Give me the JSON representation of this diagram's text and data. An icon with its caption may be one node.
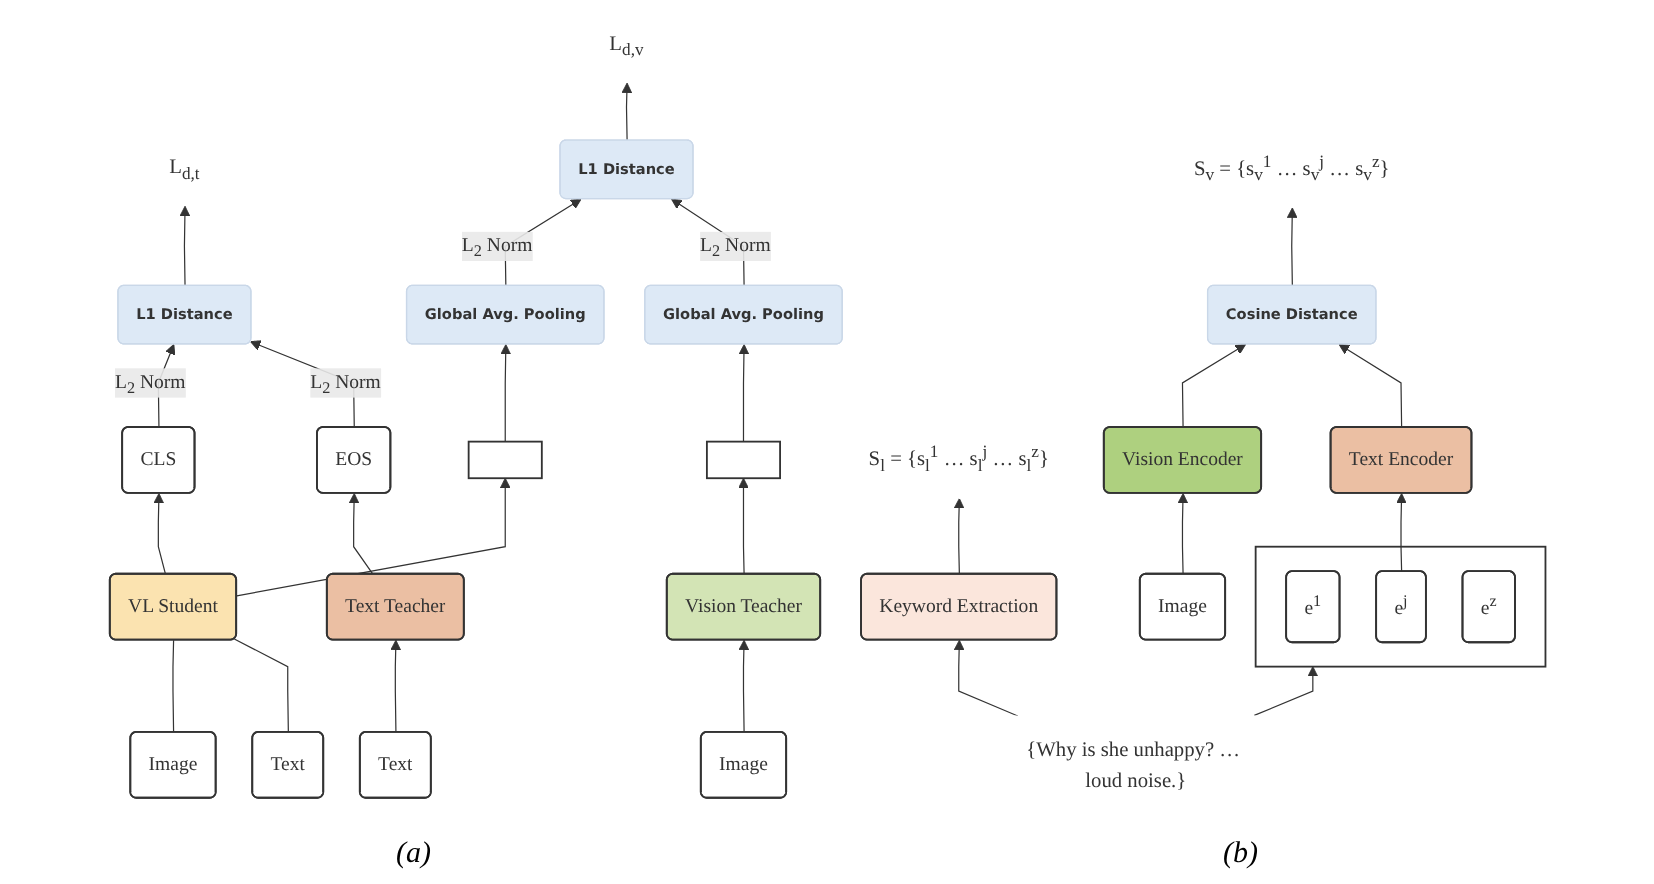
{
  "diagram": {
    "nodes": [
      {
        "text": [
          "L$_{d,t}$"
        ]
      },
      {
        "text": [
          "L1 Distance"
        ]
      },
      {
        "text": [
          "L$_{d,v}$"
        ]
      },
      {
        "text": [
          "L1 Distance"
        ]
      },
      {
        "text": [
          "Global Avg. Pooling"
        ]
      },
      {
        "text": [
          "Global Avg. Pooling"
        ]
      },
      {
        "text": [
          "CLS"
        ]
      },
      {
        "text": [],
        "shape": "box"
      },
      {
        "text": [],
        "shape": "box"
      },
      {
        "text": [
          "EOS"
        ]
      },
      {
        "text": [
          "VL Student"
        ]
      },
      {
        "text": [
          "Vision Teacher"
        ]
      },
      {
        "text": [
          "Text Teacher"
        ]
      },
      {
        "text": [
          "Image"
        ]
      },
      {
        "text": [
          "Text"
        ]
      },
      {
        "text": [
          "Image"
        ]
      },
      {
        "text": [
          "Text"
        ]
      },
      {
        "text": [
          "S$_{v}$ = {s$_{v}$$^{1}$ … s$_{v}$$^{j}$ … s$_{v}$$^{z}$}"
        ]
      },
      {
        "text": [
          "Cosine Distance"
        ]
      },
      {
        "text": [
          "S$_{l}$ = {s$_{l}$$^{1}$ … s$_{l}$$^{j}$ … s$_{l}$$^{z}$}"
        ]
      },
      {
        "text": [
          "Vision Encoder"
        ]
      },
      {
        "text": [
          "Text Encoder"
        ]
      },
      {
        "text": [
          "Keyword Extraction"
        ]
      },
      {
        "text": [],
        "shape": "box"
      },
      {
        "text": [
          "e$^{1}$"
        ],
        "in": 23
      },
      {
        "text": [
          "e$^{j}$"
        ],
        "in": 23
      },
      {
        "text": [
          "e$^{z}$"
        ],
        "in": 23
      },
      {
        "text": [
          "Image"
        ]
      },
      {
        "text": [
          "{Why is she unhappy? … loud noise.}"
        ]
      }
    ],
    "edges": [
      {
        "from": 1,
        "to": 0,
        "arrow": "to"
      },
      {
        "from": 6,
        "to": 1,
        "arrow": "to",
        "label": "L$_{2}$ Norm"
      },
      {
        "from": 9,
        "to": 1,
        "arrow": "to",
        "label": "L$_{2}$ Norm"
      },
      {
        "from": 3,
        "to": 2,
        "arrow": "to"
      },
      {
        "from": 4,
        "to": 3,
        "arrow": "to",
        "label": "L$_{2}$ Norm"
      },
      {
        "from": 5,
        "to": 3,
        "arrow": "to",
        "label": "L$_{2}$ Norm"
      },
      {
        "from": 7,
        "to": 4,
        "arrow": "to"
      },
      {
        "from": 8,
        "to": 5,
        "arrow": "to"
      },
      {
        "from": 10,
        "to": 6,
        "arrow": "to"
      },
      {
        "from": 10,
        "to": 7,
        "arrow": "to"
      },
      {
        "from": 11,
        "to": 8,
        "arrow": "to"
      },
      {
        "from": 12,
        "to": 9,
        "arrow": "to"
      },
      {
        "from": 13,
        "to": 10,
        "arrow": "none"
      },
      {
        "from": 14,
        "to": 10,
        "arrow": "none"
      },
      {
        "from": 15,
        "to": 11,
        "arrow": "to"
      },
      {
        "from": 16,
        "to": 12,
        "arrow": "to"
      },
      {
        "from": 18,
        "to": 17,
        "arrow": "to"
      },
      {
        "from": 20,
        "to": 18,
        "arrow": "to"
      },
      {
        "from": 21,
        "to": 18,
        "arrow": "to"
      },
      {
        "from": 22,
        "to": 19,
        "arrow": "to"
      },
      {
        "from": 27,
        "to": 20,
        "arrow": "to"
      },
      {
        "from": 25,
        "to": 21,
        "arrow": "to"
      },
      {
        "from": 28,
        "to": 23,
        "arrow": "to"
      },
      {
        "from": 28,
        "to": 22,
        "arrow": "to"
      }
    ],
    "labels": [
      "(a)",
      "(b)"
    ]
  }
}
